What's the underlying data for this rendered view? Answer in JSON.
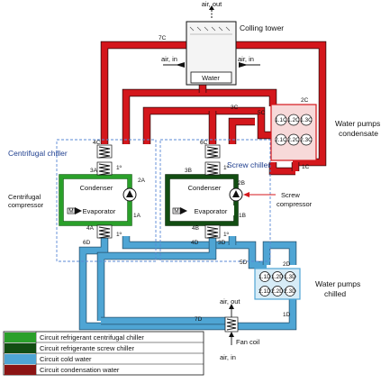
{
  "labels": {
    "air_out_top": "air, out",
    "cooling_tower": "Colling tower",
    "air_in_left": "air, in",
    "air_in_right": "air, in",
    "water": "Water",
    "c7": "7C",
    "c3": "3C",
    "c5": "5C",
    "c2": "2C",
    "c1": "1C",
    "c4": "4C",
    "c6": "6C",
    "water_pumps_condensate": [
      "Water pumps",
      "condensate"
    ],
    "centrifugal_chiller": "Centrifugal chiller",
    "screw_chiller": "Screw chiller",
    "a3": "3A",
    "b3": "3B",
    "a2": "2A",
    "b2": "2B",
    "a1": "1A",
    "b1": "1B",
    "a4": "4A",
    "b4": "4B",
    "condenser_left": "Condenser",
    "condenser_right": "Condenser",
    "evaporator_left": "Evaporator",
    "evaporator_right": "Evaporator",
    "centrifugal_compressor": [
      "Centrifugal",
      "compressor"
    ],
    "screw_compressor": [
      "Screw",
      "compressor"
    ],
    "deg_sym": "1º",
    "d6_left": "6D",
    "d4": "4D",
    "d3": "3D",
    "d5": "5D",
    "d2": "2D",
    "d1": "1D",
    "d7": "7D",
    "water_pumps_chilled": [
      "Water pumps",
      "chilled"
    ],
    "air_out_bottom": "air, out",
    "fan_coil": "Fan coil",
    "air_in_bottom": "air, in",
    "valve_tag": "M"
  },
  "legend": [
    {
      "label": "Circuit refrigerant centrifugal chiller",
      "color": "#2aa02a"
    },
    {
      "label": "Circuit refrigerante screw chiller",
      "color": "#124d12"
    },
    {
      "label": "Circuit cold water",
      "color": "#4fa5d4"
    },
    {
      "label": "Circuit condensation water",
      "color": "#8b1414"
    }
  ],
  "pumps_condensate": [
    "1.1C",
    "1.2C",
    "1.3C",
    "2.1C",
    "2.2C",
    "2.3C"
  ],
  "pumps_chilled": [
    "1.1D",
    "1.2D",
    "1.3D",
    "2.1D",
    "2.2D",
    "2.3D"
  ]
}
